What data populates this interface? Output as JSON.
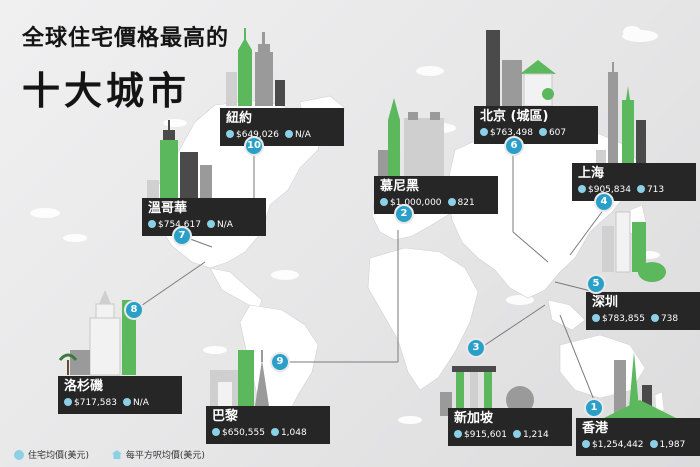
{
  "header": {
    "line1": "全球住宅價格最高的",
    "line2": "十大城市"
  },
  "colors": {
    "accent": "#2aa0c9",
    "card_bg": "#262626",
    "map": "#ffffff",
    "building_green": "#5cb85c",
    "building_grey": "#9a9a9a"
  },
  "cities": [
    {
      "rank": "1",
      "name": "香港",
      "avg_price": "$1,254,442",
      "per_sqft": "1,987"
    },
    {
      "rank": "2",
      "name": "慕尼黑",
      "avg_price": "$1,000,000",
      "per_sqft": "821"
    },
    {
      "rank": "3",
      "name": "新加坡",
      "avg_price": "$915,601",
      "per_sqft": "1,214"
    },
    {
      "rank": "4",
      "name": "上海",
      "avg_price": "$905,834",
      "per_sqft": "713"
    },
    {
      "rank": "5",
      "name": "深圳",
      "avg_price": "$783,855",
      "per_sqft": "738"
    },
    {
      "rank": "6",
      "name": "北京 (城區)",
      "avg_price": "$763,498",
      "per_sqft": "607"
    },
    {
      "rank": "7",
      "name": "溫哥華",
      "avg_price": "$754,617",
      "per_sqft": "N/A"
    },
    {
      "rank": "8",
      "name": "洛杉磯",
      "avg_price": "$717,583",
      "per_sqft": "N/A"
    },
    {
      "rank": "9",
      "name": "巴黎",
      "avg_price": "$650,555",
      "per_sqft": "1,048"
    },
    {
      "rank": "10",
      "name": "紐約",
      "avg_price": "$649,026",
      "per_sqft": "N/A"
    }
  ],
  "legend": {
    "avg_price_label": "住宅均價(美元)",
    "per_sqft_label": "每平方呎均價(美元)",
    "avg_price_icon": "coin-icon",
    "per_sqft_icon": "house-icon"
  }
}
